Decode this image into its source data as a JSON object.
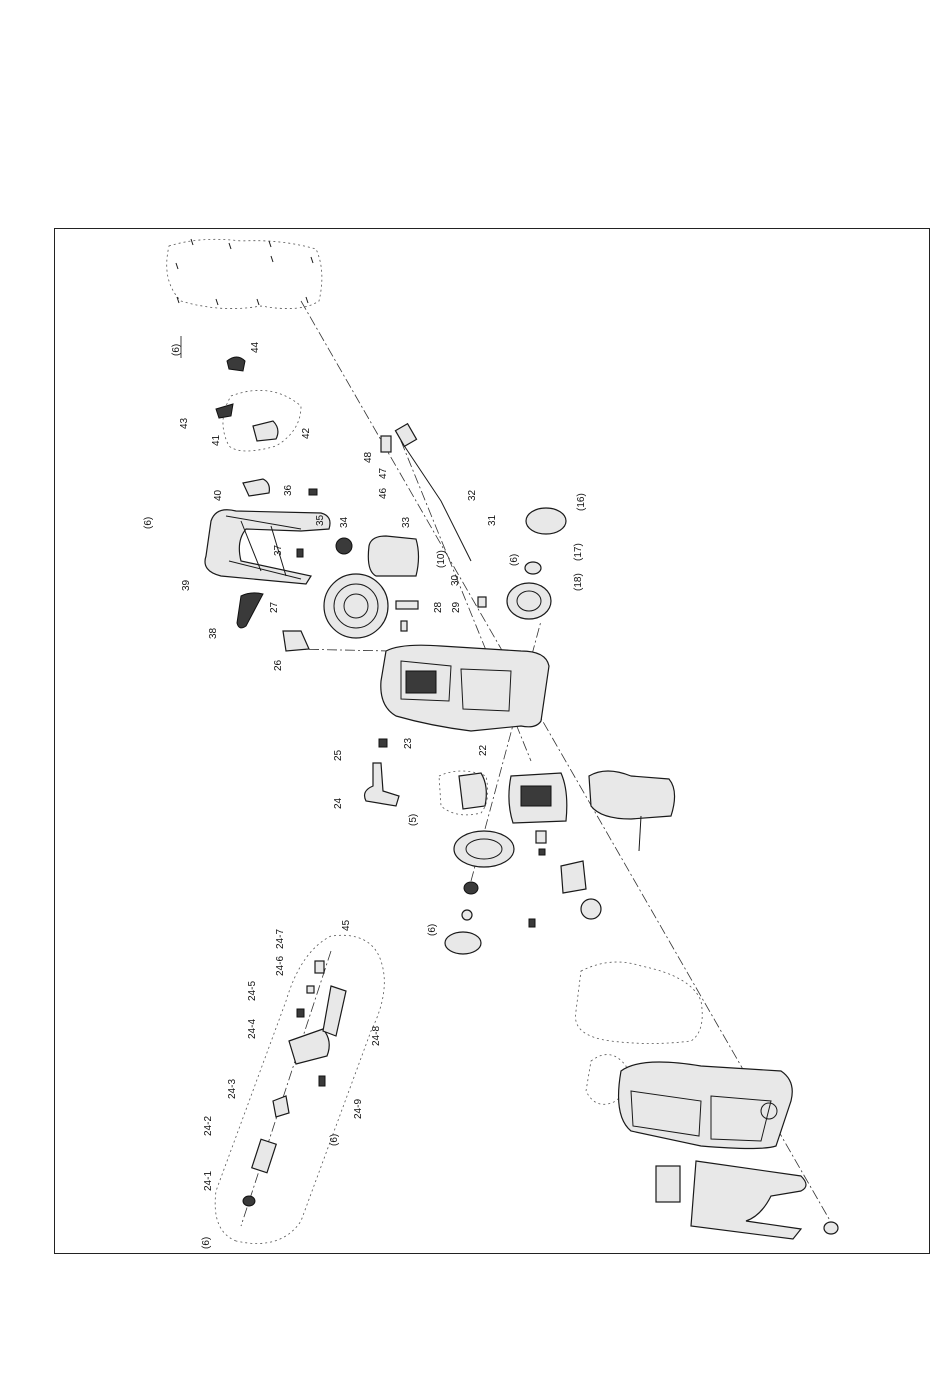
{
  "labels": [
    {
      "id": "l-6a",
      "text": "(6)"
    },
    {
      "id": "l-44",
      "text": "44"
    },
    {
      "id": "l-43",
      "text": "43"
    },
    {
      "id": "l-41",
      "text": "41"
    },
    {
      "id": "l-42",
      "text": "42"
    },
    {
      "id": "l-48",
      "text": "48"
    },
    {
      "id": "l-47",
      "text": "47"
    },
    {
      "id": "l-46",
      "text": "46"
    },
    {
      "id": "l-40",
      "text": "40"
    },
    {
      "id": "l-36",
      "text": "36"
    },
    {
      "id": "l-6b",
      "text": "(6)"
    },
    {
      "id": "l-35",
      "text": "35"
    },
    {
      "id": "l-34",
      "text": "34"
    },
    {
      "id": "l-33",
      "text": "33"
    },
    {
      "id": "l-32",
      "text": "32"
    },
    {
      "id": "l-31",
      "text": "31"
    },
    {
      "id": "l-10",
      "text": "(10)"
    },
    {
      "id": "l-30",
      "text": "30"
    },
    {
      "id": "l-16",
      "text": "(16)"
    },
    {
      "id": "l-6c",
      "text": "(6)"
    },
    {
      "id": "l-17",
      "text": "(17)"
    },
    {
      "id": "l-18",
      "text": "(18)"
    },
    {
      "id": "l-37",
      "text": "37"
    },
    {
      "id": "l-39",
      "text": "39"
    },
    {
      "id": "l-27",
      "text": "27"
    },
    {
      "id": "l-28",
      "text": "28"
    },
    {
      "id": "l-29",
      "text": "29"
    },
    {
      "id": "l-38",
      "text": "38"
    },
    {
      "id": "l-26",
      "text": "26"
    },
    {
      "id": "l-25",
      "text": "25"
    },
    {
      "id": "l-23",
      "text": "23"
    },
    {
      "id": "l-22",
      "text": "22"
    },
    {
      "id": "l-24",
      "text": "24"
    },
    {
      "id": "l-5",
      "text": "(5)"
    },
    {
      "id": "l-6d",
      "text": "(6)"
    },
    {
      "id": "l-45",
      "text": "45"
    },
    {
      "id": "l-24-7",
      "text": "24-7"
    },
    {
      "id": "l-24-6",
      "text": "24-6"
    },
    {
      "id": "l-24-5",
      "text": "24-5"
    },
    {
      "id": "l-24-4",
      "text": "24-4"
    },
    {
      "id": "l-24-8",
      "text": "24-8"
    },
    {
      "id": "l-24-3",
      "text": "24-3"
    },
    {
      "id": "l-24-2",
      "text": "24-2"
    },
    {
      "id": "l-24-9",
      "text": "24-9"
    },
    {
      "id": "l-6e",
      "text": "(6)"
    },
    {
      "id": "l-24-1",
      "text": "24-1"
    },
    {
      "id": "l-6f",
      "text": "(6)"
    }
  ]
}
